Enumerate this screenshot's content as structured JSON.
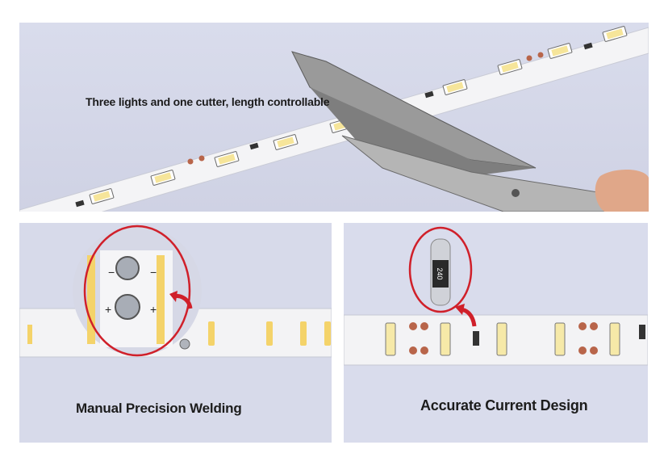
{
  "panels": {
    "top": {
      "caption": "Three lights and one cutter, length controllable"
    },
    "bottom_left": {
      "caption": "Manual Precision Welding"
    },
    "bottom_right": {
      "caption": "Accurate Current Design"
    }
  },
  "colors": {
    "background": "#d9dcec",
    "strip": "#f4f4f6",
    "led": "#f6e59a",
    "solder_pad": "#b8654a",
    "callout_circle": "#d0202a",
    "caption_text": "#1c1c1c"
  }
}
